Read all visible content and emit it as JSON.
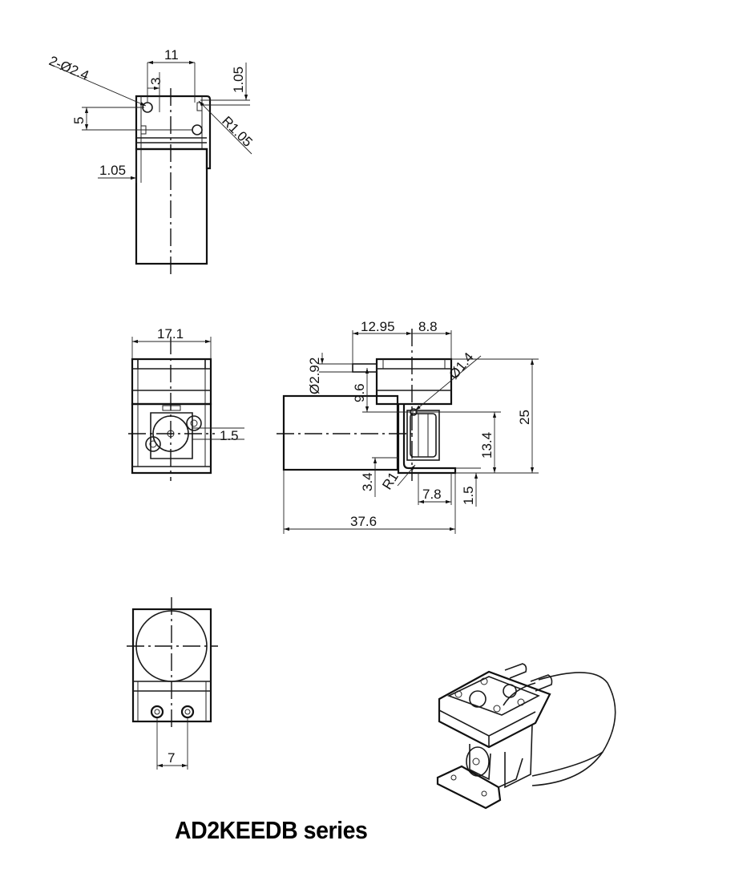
{
  "caption": "AD2KEEDB series",
  "dimensions": {
    "top_view": {
      "holes": "2-Ø2.4",
      "width": "11",
      "hole_offset": "3",
      "top_offset": "1.05",
      "hole_pitch": "5",
      "side_offset": "1.05",
      "corner_radius": "R1.05"
    },
    "front_view": {
      "width": "17.1",
      "thickness": "1.5"
    },
    "side_view": {
      "dim_a": "12.95",
      "dim_b": "8.8",
      "port_diameter": "Ø2.92",
      "port_height": "9.6",
      "hole_diameter": "Ø1.4",
      "total_height": "25",
      "bracket_height": "13.4",
      "foot_height": "3.4",
      "fillet": "R1",
      "foot_length": "7.8",
      "plate_thickness": "1.5",
      "total_length": "37.6"
    },
    "bottom_view": {
      "port_pitch": "7"
    }
  }
}
